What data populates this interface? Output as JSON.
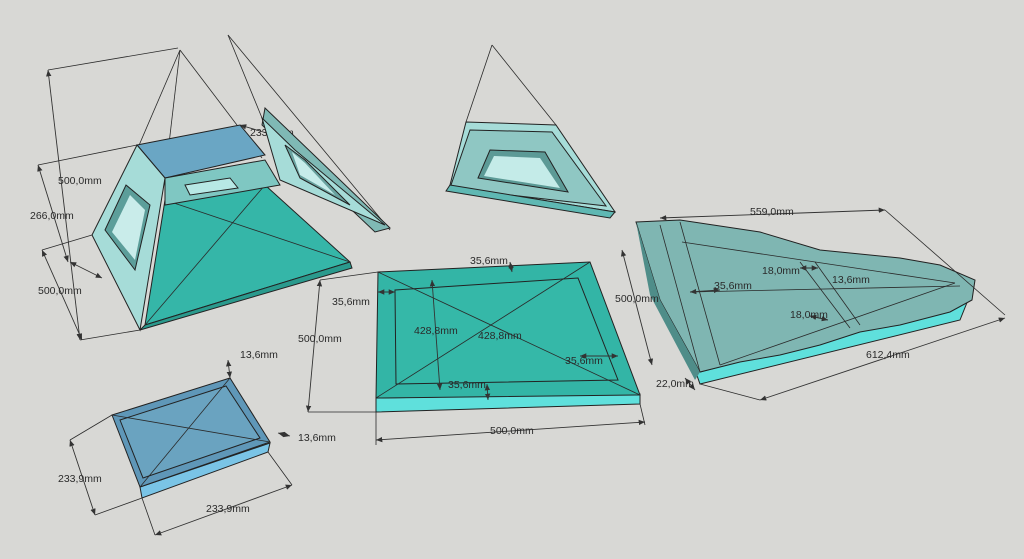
{
  "colors": {
    "background": "#d8d8d5",
    "teal_top": "#33b5a6",
    "teal_light": "#5fe0dc",
    "steel_blue": "#6aa3c0",
    "frame_face": "#a6dcd8",
    "translucent": "#7fb6b2"
  },
  "pyramid_assembly": {
    "dim_height_outer": "500,0mm",
    "dim_height_frame": "266,0mm",
    "dim_base": "500,0mm",
    "dim_top": "233,9mm"
  },
  "frame_piece": {},
  "base_plate": {
    "dim_border_top": "35,6mm",
    "dim_border_left": "35,6mm",
    "dim_height": "500,0mm",
    "dim_inner_v": "428,8mm",
    "dim_inner_diag": "428,8mm",
    "dim_border_right": "35,6mm",
    "dim_border_bottom": "35,6mm",
    "dim_width": "500,0mm"
  },
  "small_plate": {
    "dim_border_top": "13,6mm",
    "dim_border_right": "13,6mm",
    "dim_depth": "233,9mm",
    "dim_width": "233,9mm"
  },
  "stone_slab": {
    "dim_length": "559,0mm",
    "dim_height": "500,0mm",
    "dim_18_top": "18,0mm",
    "dim_13": "13,6mm",
    "dim_35": "35,6mm",
    "dim_18_bottom": "18,0mm",
    "dim_thickness": "22,0mm",
    "dim_diag": "612,4mm"
  }
}
